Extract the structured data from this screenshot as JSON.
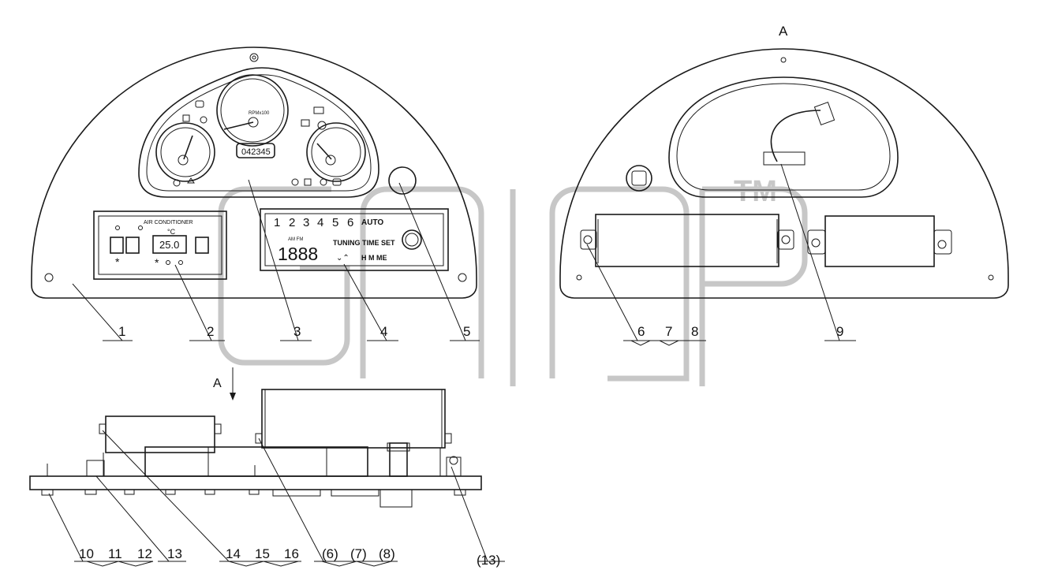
{
  "view_label": "A",
  "section_arrow_label": "A",
  "watermark": {
    "tm": "TM"
  },
  "panel": {
    "ac_title": "AIR CONDITIONER",
    "ac_unit": "°C",
    "ac_temp": "25.0",
    "tacho_label": "RPMx100",
    "odometer": "042345",
    "radio_presets": [
      "1",
      "2",
      "3",
      "4",
      "5",
      "6"
    ],
    "radio_auto": "AUTO",
    "radio_band": "AM FM",
    "radio_display": "1888",
    "radio_tuning": "TUNING TIME SET",
    "radio_hm": "H M ME"
  },
  "callouts_top": [
    "1",
    "2",
    "3",
    "4",
    "5",
    "6",
    "7",
    "8",
    "9"
  ],
  "callouts_bottom": [
    "10",
    "11",
    "12",
    "13",
    "14",
    "15",
    "16",
    "(6)",
    "(7)",
    "(8)",
    "(13)"
  ]
}
